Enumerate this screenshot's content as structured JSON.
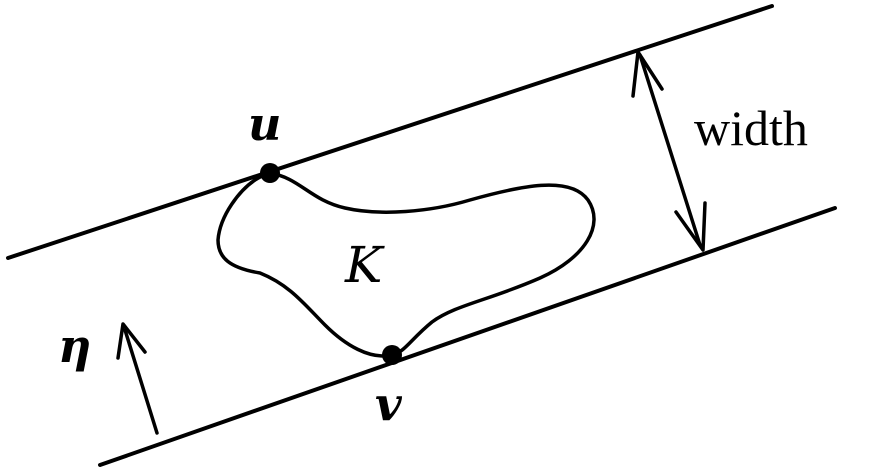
{
  "labels": {
    "u": "u",
    "v": "v",
    "K": "K",
    "width": "width",
    "eta": "η"
  },
  "colors": {
    "ink": "#000000",
    "background": "#ffffff"
  }
}
